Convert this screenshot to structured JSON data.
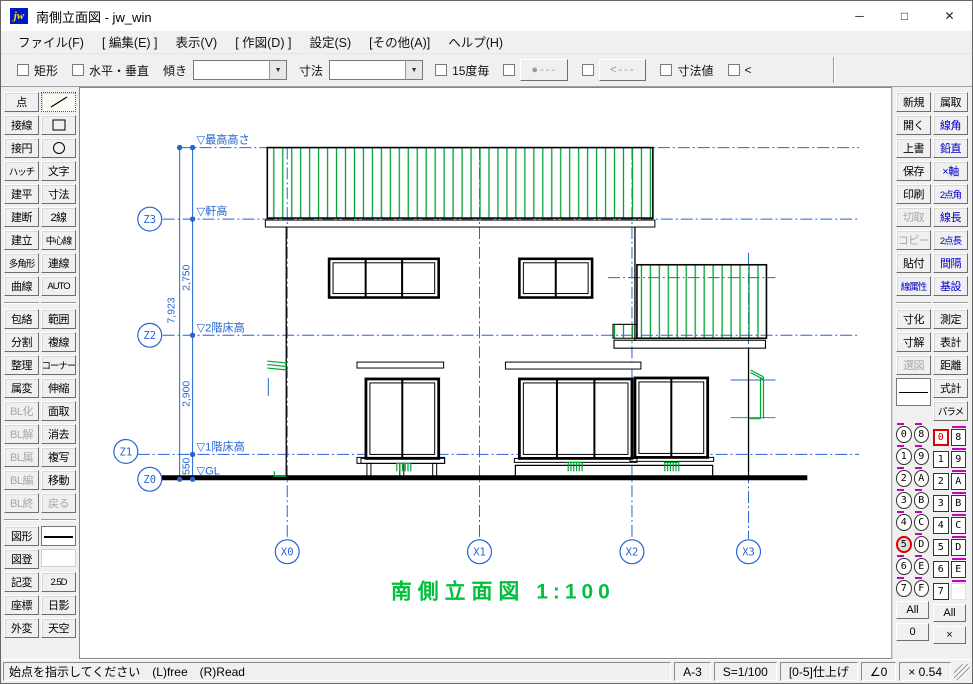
{
  "window": {
    "title": "南側立面図 - jw_win",
    "icon_text": "jw",
    "minimize": "─",
    "maximize": "□",
    "close": "✕"
  },
  "menu": {
    "items": [
      "ファイル(F)",
      "[ 編集(E) ]",
      "表示(V)",
      "[ 作図(D) ]",
      "設定(S)",
      "[その他(A)]",
      "ヘルプ(H)"
    ]
  },
  "toolbar": {
    "rect": "矩形",
    "hv": "水平・垂直",
    "slope": "傾き",
    "slope_value": "",
    "dim": "寸法",
    "dim_value": "",
    "deg15": "15度毎",
    "dot_btn": "●---",
    "arrow_btn": "<---",
    "dimval": "寸法値",
    "lt": "<",
    "combo_arrow": "▼"
  },
  "left": {
    "col1": [
      "点",
      "接線",
      "接円",
      "ハッチ",
      "建平",
      "建断",
      "建立",
      "多角形",
      "曲線",
      "包絡",
      "分割",
      "整理",
      "属変",
      "BL化",
      "BL解",
      "BL属",
      "BL編",
      "BL終",
      "図形",
      "図登",
      "記変",
      "座標",
      "外変"
    ],
    "col2": [
      "文字",
      "寸法",
      "2線",
      "中心線",
      "連線",
      "AUTO",
      "範囲",
      "複線",
      "コーナー",
      "伸縮",
      "面取",
      "消去",
      "複写",
      "移動",
      "戻る",
      "2.5D",
      "日影",
      "天空"
    ]
  },
  "right": {
    "col1": [
      "新規",
      "開く",
      "上書",
      "保存",
      "印刷",
      "切取",
      "コピー",
      "貼付",
      "線属性",
      "寸化",
      "寸解",
      "選図"
    ],
    "col2": [
      "属取",
      "線角",
      "鉛直",
      "×軸",
      "2点角",
      "線長",
      "2点長",
      "間隔",
      "基設",
      "測定",
      "表計",
      "距離",
      "式計",
      "パラメ"
    ],
    "groups_left": [
      "0",
      "1",
      "2",
      "3",
      "4",
      "5",
      "6",
      "7"
    ],
    "groups_right": [
      "8",
      "9",
      "A",
      "B",
      "C",
      "D",
      "E",
      "F"
    ],
    "layers_left": [
      "0",
      "1",
      "2",
      "3",
      "4",
      "5",
      "6",
      "7"
    ],
    "layers_right": [
      "8",
      "9",
      "A",
      "B",
      "C",
      "D",
      "E",
      ""
    ],
    "all": "All",
    "zero": "0",
    "x": "×"
  },
  "status": {
    "message": "始点を指示してください　(L)free　(R)Read",
    "paper": "A-3",
    "scale": "S=1/100",
    "layer": "[0-5]仕上げ",
    "angle": "∠0",
    "zoom": "× 0.54"
  },
  "drawing": {
    "levels": [
      "▽最高高さ",
      "▽軒高",
      "▽2階床高",
      "▽1階床高",
      "▽GL"
    ],
    "z_axes": [
      "Z3",
      "Z2",
      "Z1",
      "Z0"
    ],
    "x_axes": [
      "X0",
      "X1",
      "X2",
      "X3"
    ],
    "dims": {
      "floor2": "2,750",
      "total": "7,923",
      "floor1": "2,900",
      "gl": "550"
    },
    "title": "南側立面図",
    "scale_text": "1:100"
  },
  "colors": {
    "blue": "#2465d2",
    "green": "#00a432",
    "title_green": "#00c03c",
    "magenta": "#c800c8",
    "select_red": "#e00000"
  }
}
